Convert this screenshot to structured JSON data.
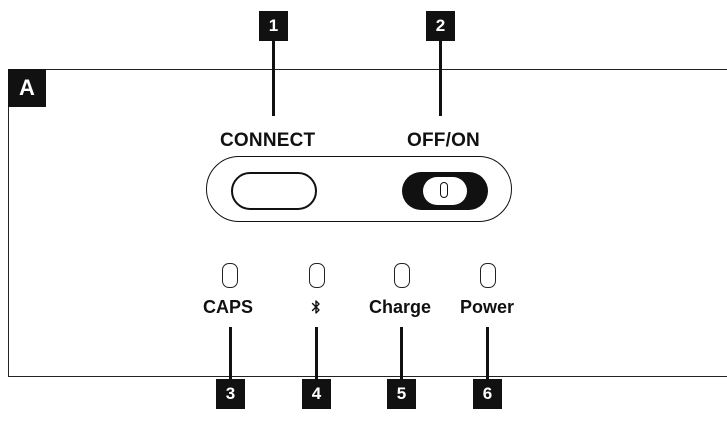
{
  "panel": {
    "tag": "A"
  },
  "callouts": [
    "1",
    "2",
    "3",
    "4",
    "5",
    "6"
  ],
  "controls": {
    "connect": {
      "label": "CONNECT"
    },
    "power_switch": {
      "label": "OFF/ON",
      "state": "on"
    }
  },
  "indicators": [
    {
      "label": "CAPS",
      "icon": null
    },
    {
      "label": "",
      "icon": "bluetooth-icon"
    },
    {
      "label": "Charge",
      "icon": null
    },
    {
      "label": "Power",
      "icon": null
    }
  ]
}
